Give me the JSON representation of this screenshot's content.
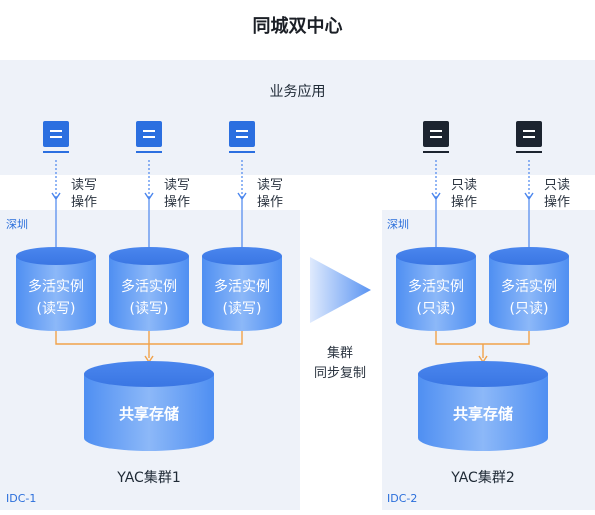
{
  "title": "同城双中心",
  "business_label": "业务应用",
  "left_dc": {
    "location": "深圳",
    "idc": "IDC-1",
    "cluster": "YAC集群1",
    "storage": "共享存储",
    "ops": [
      {
        "line1": "读写",
        "line2": "操作"
      },
      {
        "line1": "读写",
        "line2": "操作"
      },
      {
        "line1": "读写",
        "line2": "操作"
      }
    ],
    "instances": [
      {
        "line1": "多活实例",
        "line2": "(读写)"
      },
      {
        "line1": "多活实例",
        "line2": "(读写)"
      },
      {
        "line1": "多活实例",
        "line2": "(读写)"
      }
    ]
  },
  "right_dc": {
    "location": "深圳",
    "idc": "IDC-2",
    "cluster": "YAC集群2",
    "storage": "共享存储",
    "ops": [
      {
        "line1": "只读",
        "line2": "操作"
      },
      {
        "line1": "只读",
        "line2": "操作"
      }
    ],
    "instances": [
      {
        "line1": "多活实例",
        "line2": "(只读)"
      },
      {
        "line1": "多活实例",
        "line2": "(只读)"
      }
    ]
  },
  "sync": {
    "line1": "集群",
    "line2": "同步复制"
  },
  "colors": {
    "panel": "#eef2f9",
    "server_active": "#2b6fe0",
    "server_standby": "#1c2430",
    "accent_text": "#2a6edb",
    "link_line": "#f0a24a"
  },
  "icons": {
    "server": "server-icon",
    "arrow": "down-arrow-icon",
    "sync": "play-triangle-icon"
  }
}
